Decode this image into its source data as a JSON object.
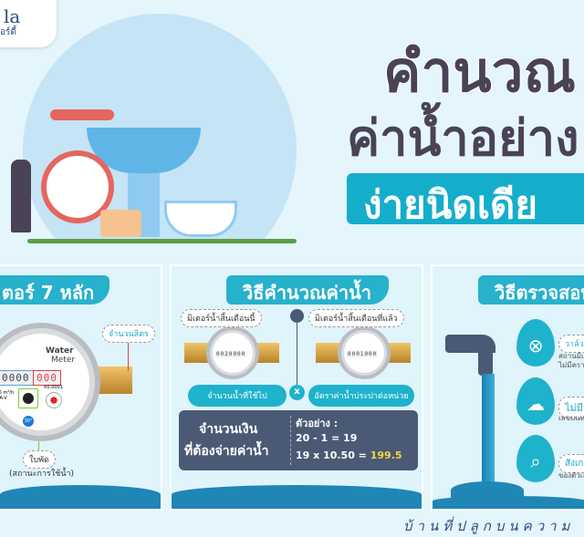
{
  "logo": {
    "line1": "la",
    "line2": "อร์ดี้"
  },
  "hero": {
    "title_line1": "คำนวณ",
    "title_line2": "ค่าน้ำอย่าง",
    "title_highlight": "ง่ายนิดเดีย"
  },
  "panel_meter": {
    "title": "ตอร์ 7 หลัก",
    "brand1": "Water",
    "brand2": "Meter",
    "digits_black": "0000",
    "digits_red": "000",
    "spec": "1.5 m³/h H/A-V",
    "multiplier": "X0.0001",
    "badge": "30°",
    "label_liters": "จำนวนลิตร",
    "label_impeller": "ใบพัด",
    "label_impeller_sub": "(สถานะการใช้น้ำ)"
  },
  "panel_calc": {
    "title": "วิธีคำนวณค่าน้ำ",
    "tag_this_month": "มิเตอร์น้ำสิ้นเดือนนี้",
    "tag_last_month": "มิเตอร์น้ำสิ้นเดือนที่แล้ว",
    "reading_this": "0020000",
    "reading_last": "0001000",
    "pill_used": "จำนวนน้ำที่ใช้ไป",
    "pill_rate": "อัตราค่าน้ำประปาต่อหน่วย",
    "multiply": "x",
    "result_line1": "จำนวนเงิน",
    "result_line2": "ที่ต้องจ่ายค่าน้ำ",
    "example_label": "ตัวอย่าง :",
    "example_line1": "20 - 1 = 19",
    "example_line2_prefix": "19 x 10.50 = ",
    "example_result": "199.5"
  },
  "panel_check": {
    "title": "วิธีตรวจสอบ",
    "items": [
      {
        "tag": "วาล์วปิดส",
        "desc1": "สถานมิเต",
        "desc2": "ไม่มีคราบ"
      },
      {
        "tag": "ไม่มีน้ำ",
        "desc1": "เลขบนหน้"
      },
      {
        "tag": "สังเกตค",
        "desc1": "ของตัวเล"
      }
    ]
  },
  "footer": {
    "text": "บ้านที่ปลูกบนความ"
  }
}
